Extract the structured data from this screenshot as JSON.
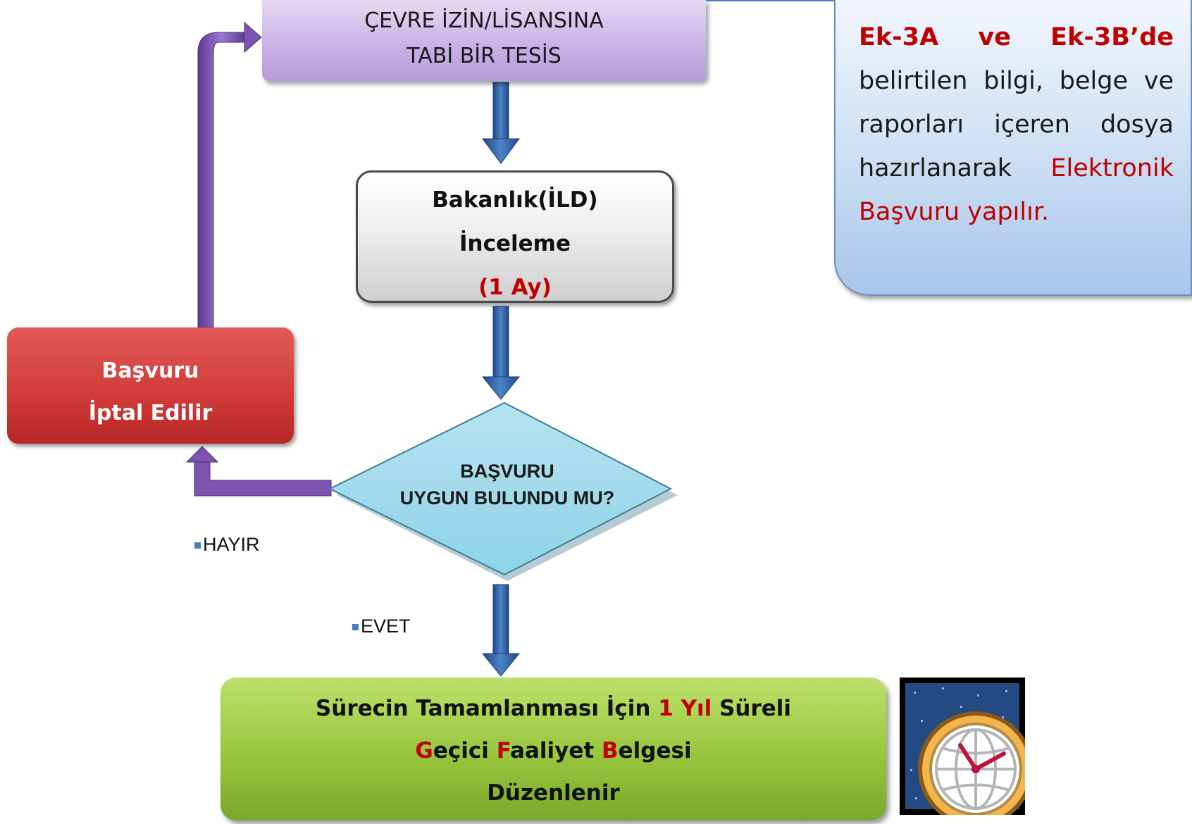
{
  "top_box": {
    "line1": "ÇEVRE İZİN/LİSANSINA",
    "line2": "TABİ BİR TESİS"
  },
  "review_box": {
    "line1": "Bakanlık(İLD)",
    "line2": "İnceleme",
    "duration": "(1 Ay)"
  },
  "cancel_box": {
    "line1": "Başvuru",
    "line2": "İptal Edilir"
  },
  "decision": {
    "line1": "BAŞVURU",
    "line2": "UYGUN BULUNDU MU?",
    "no_label": "HAYIR",
    "yes_label": "EVET"
  },
  "info_box": {
    "ek_ref": "Ek-3A ve Ek-3B’de",
    "text": "belirtilen bilgi, belge ve raporları içeren dosya hazırlanarak",
    "action": "Elektronik Başvuru yapılır."
  },
  "result_box": {
    "l1_pre": "Sürecin Tamamlanması İçin ",
    "l1_highlight": "1 Yıl",
    "l1_post": " Süreli",
    "l2_g": "G",
    "l2_geci": "eçici ",
    "l2_f": "F",
    "l2_faal": "aaliyet ",
    "l2_b": "B",
    "l2_belg": "elgesi",
    "line3": "Düzenlenir"
  },
  "icons": {
    "clock": "clock-globe-icon"
  },
  "colors": {
    "arrow_blue": "#2f5f9e",
    "arrow_purple": "#7b55b0",
    "highlight_red": "#c00000"
  }
}
